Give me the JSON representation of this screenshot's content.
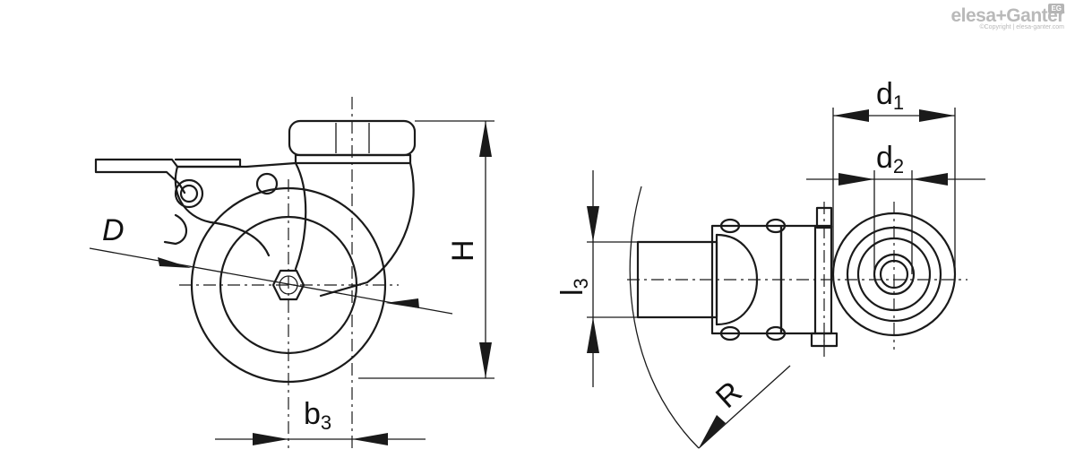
{
  "brand": {
    "name": "elesa+Ganter",
    "copyright": "©Copyright | elesa-ganter.com",
    "badge": "EG"
  },
  "dimensions": {
    "D": "D",
    "H": "H",
    "b3_main": "b",
    "b3_sub": "3",
    "d1_main": "d",
    "d1_sub": "1",
    "d2_main": "d",
    "d2_sub": "2",
    "l3_main": "l",
    "l3_sub": "3",
    "R": "R"
  }
}
